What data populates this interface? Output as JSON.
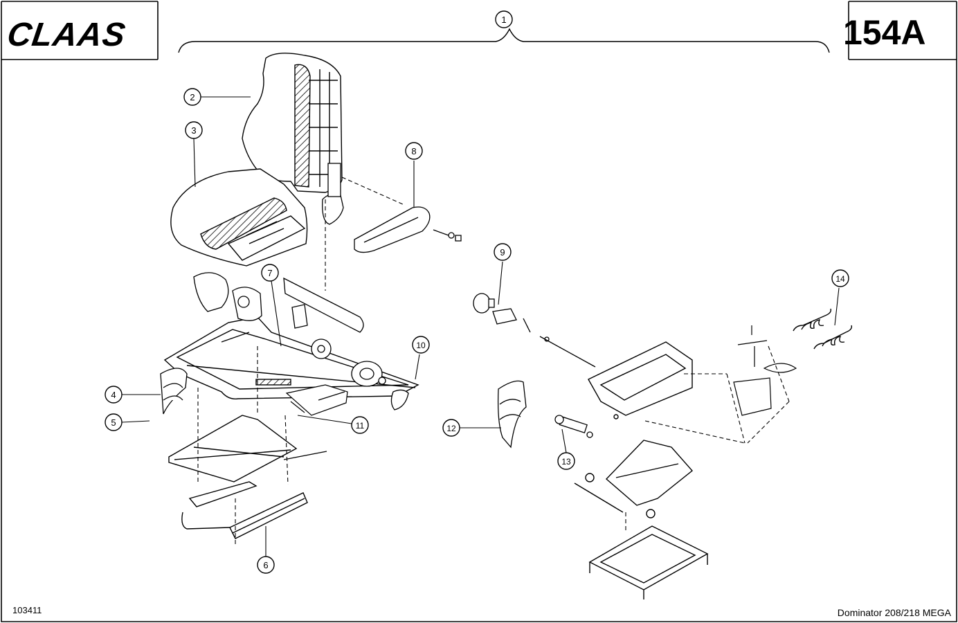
{
  "header": {
    "brand": "CLAAS",
    "page_code": "154A"
  },
  "footer": {
    "drawing_number": "103411",
    "model": "Dominator 208/218 MEGA"
  },
  "callouts": [
    "1",
    "2",
    "3",
    "4",
    "5",
    "6",
    "7",
    "8",
    "9",
    "10",
    "11",
    "12",
    "13",
    "14"
  ]
}
